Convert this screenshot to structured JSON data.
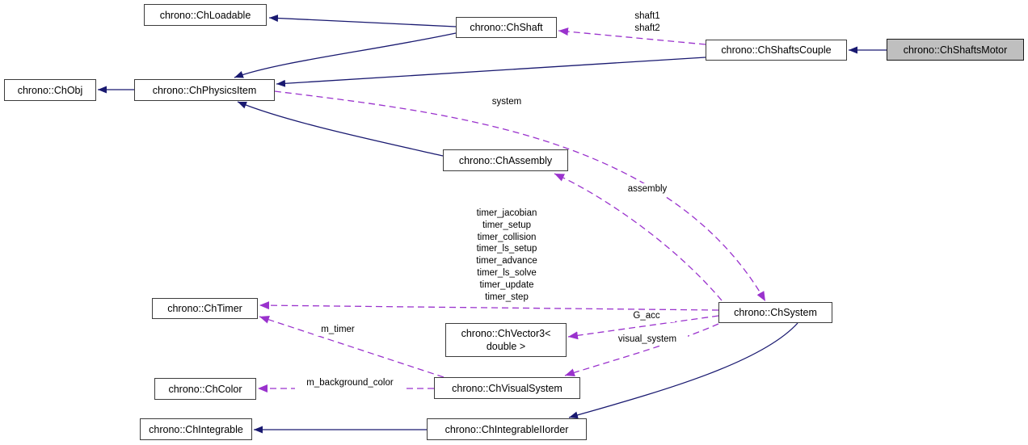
{
  "diagram": {
    "kind": "collaboration-graph",
    "colors": {
      "inheritance_edge": "#191970",
      "usage_edge": "#9a32cd",
      "node_border": "#3c3c3c",
      "node_fill": "#ffffff",
      "highlight_node_fill": "#bfbfbf",
      "text": "#000000"
    },
    "nodes": [
      {
        "id": "ChLoadable",
        "label": "chrono::ChLoadable"
      },
      {
        "id": "ChObj",
        "label": "chrono::ChObj"
      },
      {
        "id": "ChPhysicsItem",
        "label": "chrono::ChPhysicsItem"
      },
      {
        "id": "ChShaft",
        "label": "chrono::ChShaft"
      },
      {
        "id": "ChShaftsCouple",
        "label": "chrono::ChShaftsCouple"
      },
      {
        "id": "ChShaftsMotor",
        "label": "chrono::ChShaftsMotor",
        "highlighted": true
      },
      {
        "id": "ChAssembly",
        "label": "chrono::ChAssembly"
      },
      {
        "id": "ChTimer",
        "label": "chrono::ChTimer"
      },
      {
        "id": "ChSystem",
        "label": "chrono::ChSystem"
      },
      {
        "id": "ChVector3",
        "label": "chrono::ChVector3<\ndouble >"
      },
      {
        "id": "ChVisualSystem",
        "label": "chrono::ChVisualSystem"
      },
      {
        "id": "ChColor",
        "label": "chrono::ChColor"
      },
      {
        "id": "ChIntegrable",
        "label": "chrono::ChIntegrable"
      },
      {
        "id": "ChIntegrableIIorder",
        "label": "chrono::ChIntegrableIIorder"
      }
    ],
    "edge_labels": [
      {
        "edge": "ChShaftsCouple->ChShaft",
        "text": "shaft1\nshaft2"
      },
      {
        "edge": "ChPhysicsItem->ChSystem",
        "text": "system"
      },
      {
        "edge": "ChSystem->ChAssembly",
        "text": "assembly"
      },
      {
        "edge": "ChSystem->ChTimer",
        "text": "timer_jacobian\ntimer_setup\ntimer_collision\ntimer_ls_setup\ntimer_advance\ntimer_ls_solve\ntimer_update\ntimer_step"
      },
      {
        "edge": "ChSystem->ChVector3",
        "text": "G_acc"
      },
      {
        "edge": "ChSystem->ChVisualSystem",
        "text": "visual_system"
      },
      {
        "edge": "ChVisualSystem->ChTimer",
        "text": "m_timer"
      },
      {
        "edge": "ChVisualSystem->ChColor",
        "text": "m_background_color"
      }
    ]
  }
}
